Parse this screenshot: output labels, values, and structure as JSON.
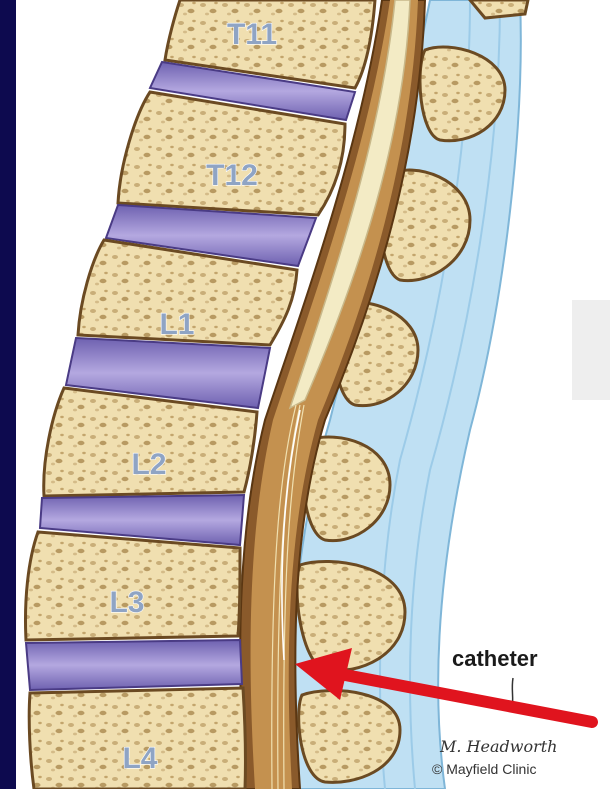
{
  "vertebrae": [
    {
      "label": "T11"
    },
    {
      "label": "T12"
    },
    {
      "label": "L1"
    },
    {
      "label": "L2"
    },
    {
      "label": "L3"
    },
    {
      "label": "L4"
    }
  ],
  "annotation": {
    "label": "catheter",
    "arrow_color": "#e0141e"
  },
  "credit": {
    "signature": "M. Headworth",
    "copyright": "© Mayfield Clinic"
  },
  "colors": {
    "background": "#0d0a4f",
    "panel": "#ffffff",
    "bone": "#f0dfb0",
    "disc": "#a79ad6",
    "canal": "#8a5a2b",
    "cord": "#f3ebc5",
    "soft_tissue": "#bfe0f3"
  }
}
